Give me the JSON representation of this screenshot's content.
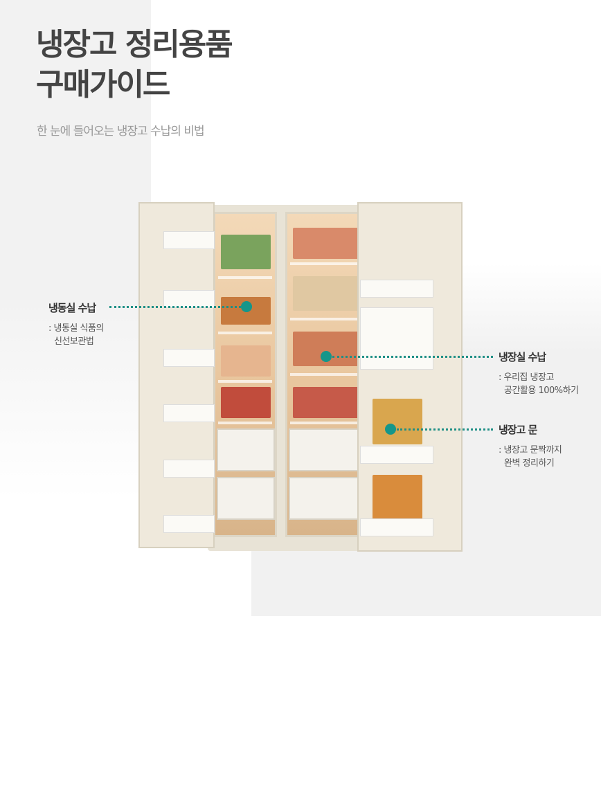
{
  "header": {
    "title_line1": "냉장고 정리용품",
    "title_line2": "구매가이드",
    "subtitle": "한 눈에 들어오는 냉장고 수납의 비법"
  },
  "callouts": [
    {
      "title": "냉동실 수납",
      "desc_line1": ": 냉동실 식품의",
      "desc_line2": "신선보관법"
    },
    {
      "title": "냉장실 수납",
      "desc_line1": ": 우리집 냉장고",
      "desc_line2": "공간활용 100%하기"
    },
    {
      "title": "냉장고 문",
      "desc_line1": ": 냉장고 문짝까지",
      "desc_line2": "완벽 정리하기"
    }
  ],
  "colors": {
    "accent": "#15968a",
    "title": "#444444",
    "subtitle": "#999999"
  }
}
